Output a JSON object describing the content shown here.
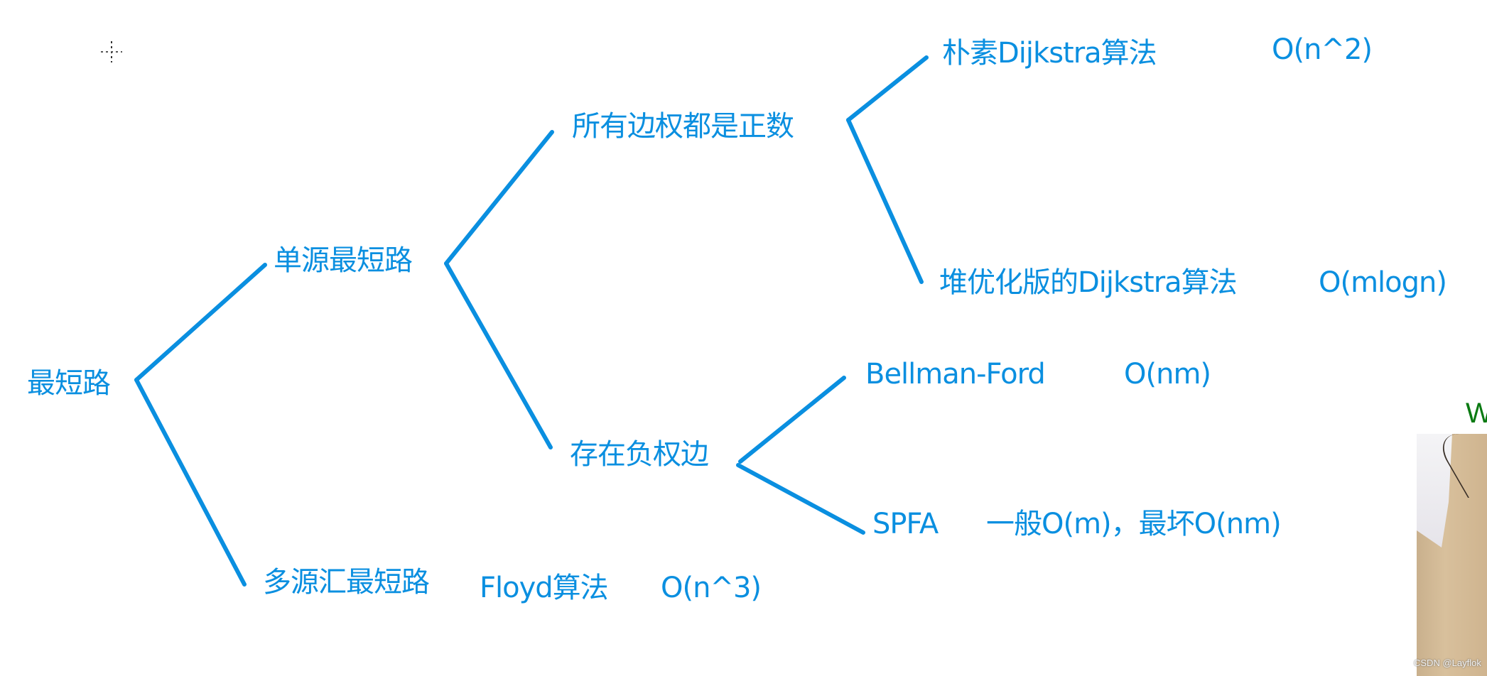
{
  "diagram": {
    "title": "最短路",
    "line_color": "#0a8fe0",
    "text_color": "#0a8fe0",
    "nodes": {
      "root": {
        "label": "最短路"
      },
      "single_source": {
        "label": "单源最短路"
      },
      "all_positive": {
        "label": "所有边权都是正数"
      },
      "naive_dijkstra": {
        "label": "朴素Dijkstra算法",
        "complexity": "O(n^2)"
      },
      "heap_dijkstra": {
        "label": "堆优化版的Dijkstra算法",
        "complexity": "O(mlogn)"
      },
      "negative_edge": {
        "label": "存在负权边"
      },
      "bellman_ford": {
        "label": "Bellman-Ford",
        "complexity": "O(nm)"
      },
      "spfa": {
        "label": "SPFA",
        "complexity": "一般O(m)，最坏O(nm)"
      },
      "multi_source": {
        "label": "多源汇最短路"
      },
      "floyd": {
        "label": "Floyd算法",
        "complexity": "O(n^3)"
      }
    },
    "edges": [
      {
        "from": "root",
        "to": "single_source"
      },
      {
        "from": "root",
        "to": "multi_source"
      },
      {
        "from": "single_source",
        "to": "all_positive"
      },
      {
        "from": "single_source",
        "to": "negative_edge"
      },
      {
        "from": "all_positive",
        "to": "naive_dijkstra"
      },
      {
        "from": "all_positive",
        "to": "heap_dijkstra"
      },
      {
        "from": "negative_edge",
        "to": "bellman_ford"
      },
      {
        "from": "negative_edge",
        "to": "spfa"
      }
    ]
  },
  "video_overlay": {
    "heading_fragment": "W",
    "heading_color": "#0a7a12",
    "watermark": "CSDN @Layflok"
  }
}
